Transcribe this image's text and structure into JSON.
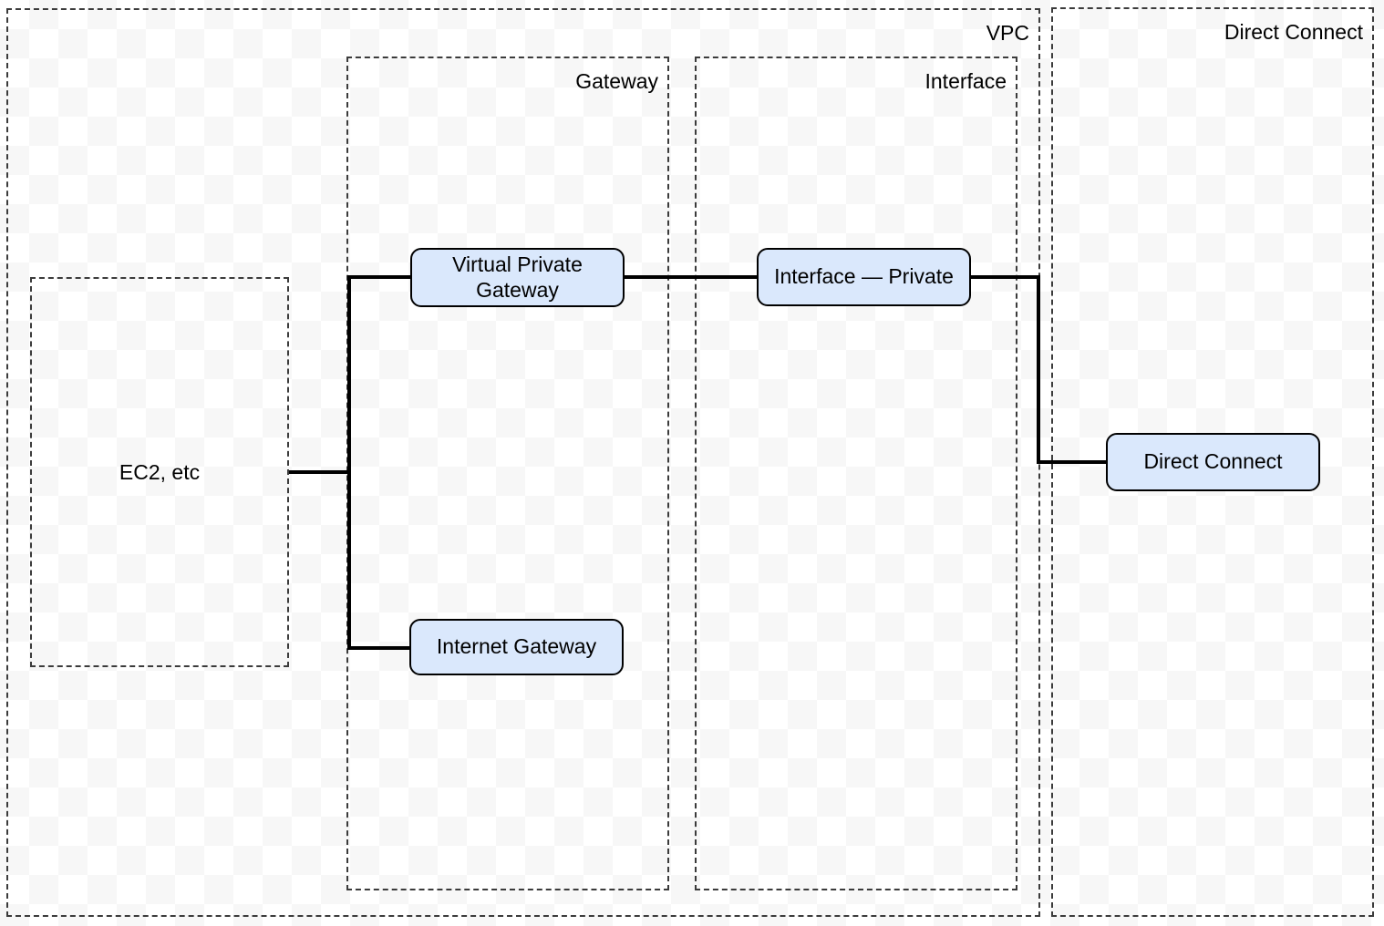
{
  "diagram": {
    "zones": {
      "vpc": {
        "label": "VPC"
      },
      "direct_connect": {
        "label": "Direct Connect"
      },
      "gateway": {
        "label": "Gateway"
      },
      "interface": {
        "label": "Interface"
      },
      "ec2": {
        "label": "EC2, etc"
      }
    },
    "nodes": {
      "virtual_private_gateway": {
        "label": "Virtual Private Gateway"
      },
      "interface_private": {
        "label": "Interface — Private"
      },
      "internet_gateway": {
        "label": "Internet Gateway"
      },
      "direct_connect": {
        "label": "Direct Connect"
      }
    },
    "colors": {
      "node_fill": "#dae8fc",
      "node_border": "#000000",
      "connector": "#000000",
      "zone_border": "#3b3b3b",
      "checker_gray": "#f7f7f7",
      "checker_white": "#ffffff"
    }
  }
}
